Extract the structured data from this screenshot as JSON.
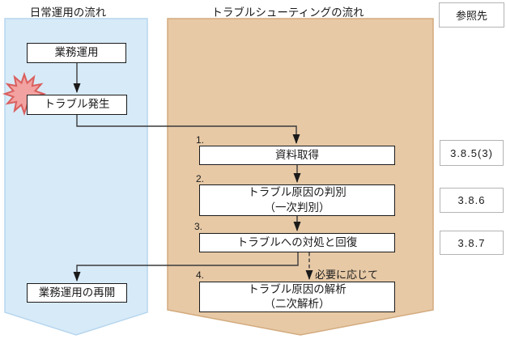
{
  "lanes": {
    "daily": {
      "title": "日常運用の流れ"
    },
    "troubleshooting": {
      "title": "トラブルシューティングの流れ"
    },
    "reference": {
      "title": "参照先"
    }
  },
  "daily_flow": {
    "operation": "業務運用",
    "trouble_occurred": "トラブル発生",
    "operation_resume": "業務運用の再開"
  },
  "troubleshooting_flow": {
    "steps": [
      {
        "num": "1.",
        "line1": "資料取得",
        "line2": ""
      },
      {
        "num": "2.",
        "line1": "トラブル原因の判別",
        "line2": "（一次判別）"
      },
      {
        "num": "3.",
        "line1": "トラブルへの対処と回復",
        "line2": ""
      },
      {
        "num": "4.",
        "line1": "トラブル原因の解析",
        "line2": "（二次解析）"
      }
    ],
    "as_needed_label": "必要に応じて"
  },
  "references": [
    "3.8.5(3)",
    "3.8.6",
    "3.8.7"
  ],
  "colors": {
    "daily_lane_fill": "#d7eaf8",
    "daily_lane_border": "#b6d6ee",
    "trouble_lane_fill": "#e7c9a6",
    "trouble_lane_border": "#d3ab7e",
    "burst_fill": "#f2a2a0",
    "burst_border": "#d95f5e",
    "line": "#3a3a3a"
  }
}
